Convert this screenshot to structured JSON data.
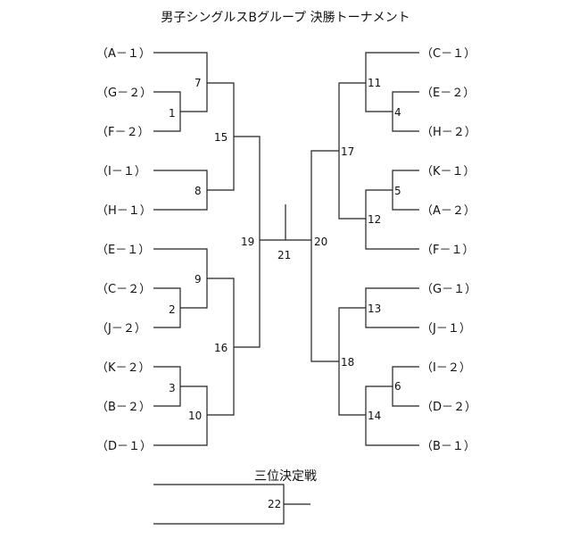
{
  "title": "男子シングルスBグループ 決勝トーナメント",
  "left_teams": [
    "（A－１）",
    "（G－２）",
    "（F－２）",
    "（I－１）",
    "（H－１）",
    "（E－１）",
    "（C－２）",
    "（J－２）",
    "（K－２）",
    "（B－２）",
    "（D－１）"
  ],
  "right_teams": [
    "（C－１）",
    "（E－２）",
    "（H－２）",
    "（K－１）",
    "（A－２）",
    "（F－１）",
    "（G－１）",
    "（J－１）",
    "（I－２）",
    "（D－２）",
    "（B－１）"
  ],
  "match_numbers": {
    "m1": "1",
    "m2": "2",
    "m3": "3",
    "m4": "4",
    "m5": "5",
    "m6": "6",
    "m7": "7",
    "m8": "8",
    "m9": "9",
    "m10": "10",
    "m11": "11",
    "m12": "12",
    "m13": "13",
    "m14": "14",
    "m15": "15",
    "m16": "16",
    "m17": "17",
    "m18": "18",
    "m19": "19",
    "m20": "20",
    "m21": "21",
    "m22": "22"
  },
  "third_place": {
    "title": "三位決定戦"
  }
}
